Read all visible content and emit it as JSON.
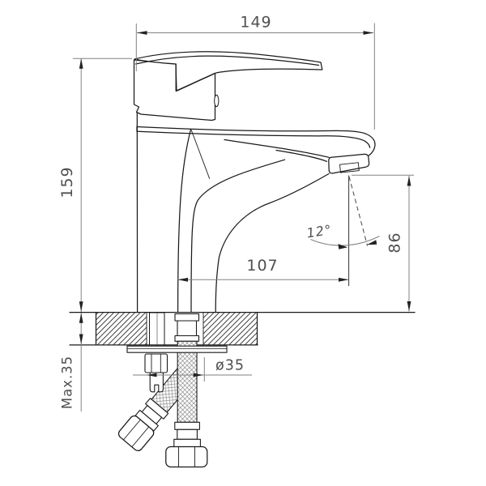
{
  "drawing": {
    "type": "technical-dimension-drawing",
    "subject": "single-lever basin mixer faucet, side elevation with deck mounting cross-section",
    "units": "mm",
    "labels": {
      "overall_width": "149",
      "overall_height": "159",
      "spout_projection": "107",
      "outlet_height": "86",
      "stream_angle": "12°",
      "mount_hole_diameter": "ø35",
      "max_deck_thickness": "Max.35"
    },
    "colors": {
      "background": "#ffffff",
      "object_line": "#1a1a1a",
      "dimension_line": "#828282",
      "dimension_text": "#4f4f4f"
    }
  }
}
